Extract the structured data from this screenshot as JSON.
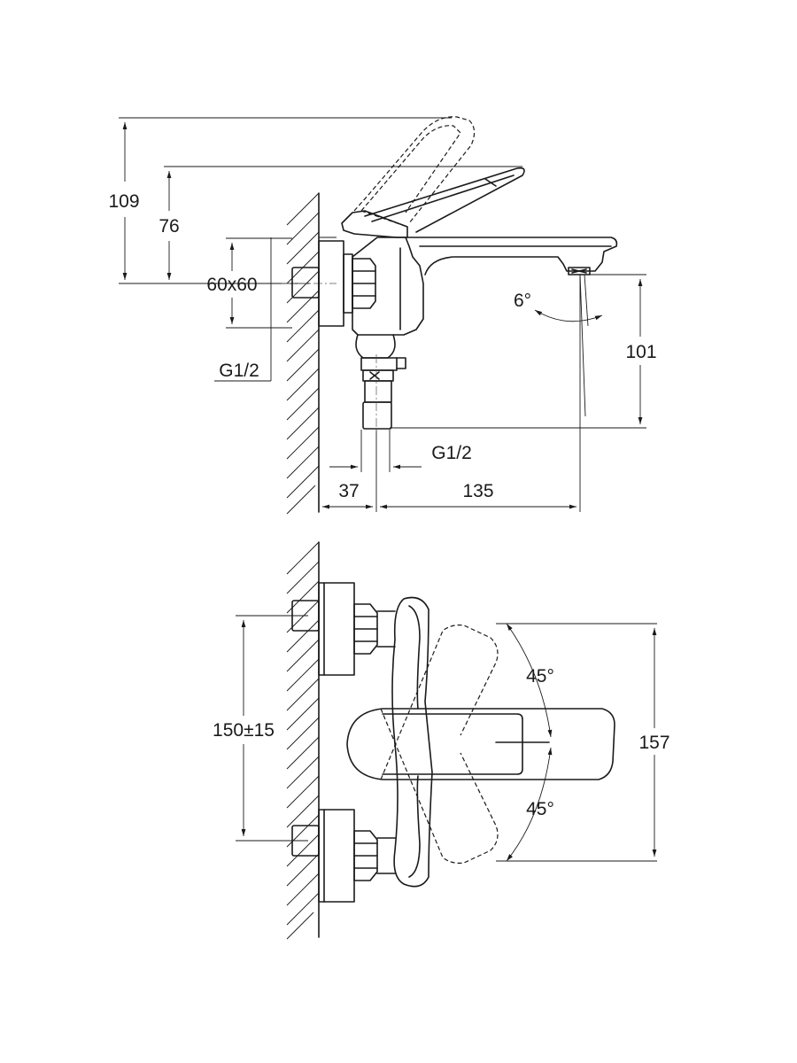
{
  "side_view": {
    "dim_total_height": "109",
    "dim_lever_height": "76",
    "dim_flange": "60x60",
    "dim_thread_left": "G1/2",
    "dim_spout_angle": "6°",
    "dim_spout_height": "101",
    "dim_thread_bottom": "G1/2",
    "dim_wall_offset": "37",
    "dim_spout_reach": "135"
  },
  "plan_view": {
    "dim_inlet_spacing": "150±15",
    "dim_rotate_up": "45°",
    "dim_rotate_down": "45°",
    "dim_handle_span": "157"
  },
  "colors": {
    "ink": "#1a1a1a",
    "paper": "#ffffff"
  }
}
